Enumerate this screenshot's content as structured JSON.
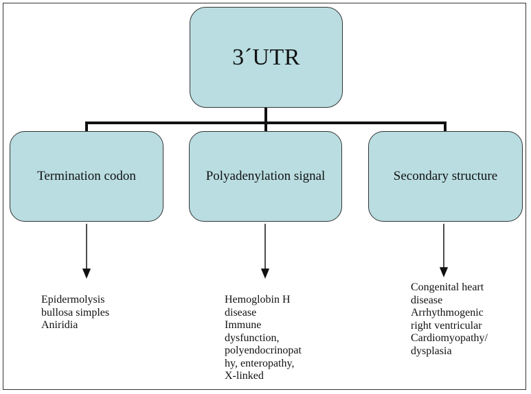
{
  "root": {
    "label": "3´UTR"
  },
  "children": [
    {
      "label": "Termination codon",
      "outcomes": "Epidermolysis\nbullosa simples\nAniridia"
    },
    {
      "label": "Polyadenylation signal",
      "outcomes": "Hemoglobin H\ndisease\nImmune\ndysfunction,\npolyendocrinopat\nhy, enteropathy,\nX-linked"
    },
    {
      "label": "Secondary structure",
      "outcomes": "Congenital heart\ndisease\nArrhythmogenic\nright ventricular\nCardiomyopathy/\ndysplasia"
    }
  ],
  "colors": {
    "node_fill": "#b9dde1",
    "stroke": "#111111"
  }
}
